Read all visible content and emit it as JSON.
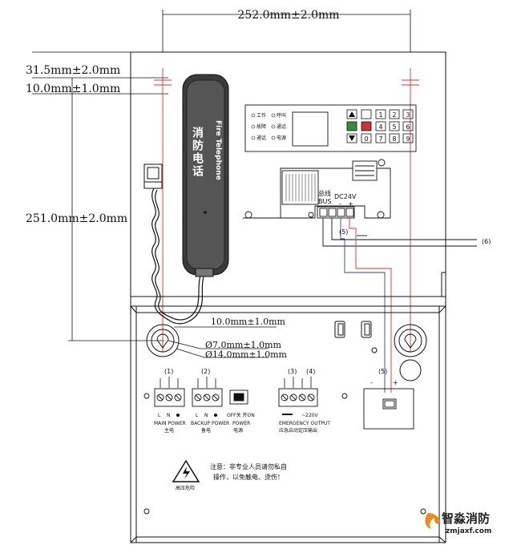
{
  "dimensions": {
    "top_width": "252.0mm±2.0mm",
    "top_offset": "31.5mm±2.0mm",
    "hole_offset": "10.0mm±1.0mm",
    "height": "251.0mm±2.0mm",
    "hole_offset_lower": "10.0mm±1.0mm",
    "hole_small": "Ø7.0mm±1.0mm",
    "hole_large": "Ø14.0mm±1.0mm"
  },
  "handset": {
    "text_cn": "消防电话",
    "text_en": "Fire Telephone"
  },
  "panel": {
    "leds_left": [
      "工作",
      "故障",
      "通话"
    ],
    "leds_right": [
      "呼叫",
      "通话",
      "电源"
    ],
    "keys": [
      "1",
      "2",
      "3",
      "4",
      "5",
      "6",
      "7",
      "8",
      "9",
      "0"
    ]
  },
  "board": {
    "bus_cn": "总线",
    "bus_en": "BUS",
    "dc": "DC24V",
    "minus": "-",
    "plus": "+",
    "marker_5": "(5)",
    "marker_6": "(6)"
  },
  "terminals": {
    "t1": "(1)",
    "t2": "(2)",
    "t3": "(3)",
    "t4": "(4)",
    "t5": "(5)",
    "l1": "L",
    "n1": "N",
    "main_power_en": "MAIN POWER",
    "main_power_cn": "主电",
    "l2": "L",
    "n2": "N",
    "backup_power_en": "BACKUP POWER",
    "backup_power_cn": "备电",
    "switch_off_on": "OFF关 开ON",
    "power_en": "POWER",
    "power_cn": "电源",
    "ac_label": "~220V",
    "emergency_en": "EMERGENCY OUTPUT",
    "emergency_cn": "应急启动定压输出",
    "minus5": "-",
    "plus5": "+"
  },
  "warning": {
    "line1": "注意：非专业人员请勿私自",
    "line2": "操作，以免触电、烫伤！",
    "icon_label": "高压危险"
  },
  "brand": {
    "name": "智淼消防",
    "url": "zmjaxf.com"
  },
  "colors": {
    "line": "#111111",
    "red": "#e0312b",
    "blue": "#2a3fb0"
  }
}
